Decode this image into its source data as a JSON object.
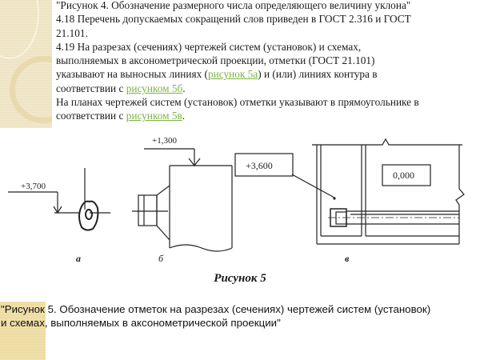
{
  "document": {
    "paragraphs": {
      "p1": "\"Рисунок 4. Обозначение размерного числа определяющего величину уклона\"",
      "p2_line1": "4.18 Перечень допускаемых сокращений слов приведен в ГОСТ 2.316 и ГОСТ",
      "p2_line2": "21.101.",
      "p3_line1": "4.19 На разрезах (сечениях) чертежей систем (установок) и схемах,",
      "p3_line2": "выполняемых в аксонометрической проекции, отметки (ГОСТ 21.101)",
      "p3_line3_pre": "указывают на выносных линиях (",
      "p3_line3_link": "рисунок 5а",
      "p3_line3_post": ") и (или) линиях контура в",
      "p3_line4_pre": "соответствии с ",
      "p3_line4_link": "рисунком 5б",
      "p3_line4_post": ".",
      "p4_line1": "На планах чертежей систем (установок) отметки указывают в прямоугольнике в",
      "p4_line2_pre": "соответствии с ",
      "p4_line2_link": "рисунком 5в",
      "p4_line2_post": "."
    },
    "figure": {
      "title": "Рисунок 5",
      "panels": [
        {
          "label": "а",
          "elevation": "+3,700"
        },
        {
          "label": "б",
          "elevation": "+1,300"
        },
        {
          "label": "в",
          "elevation": "+3,600",
          "elevation2": "0,000"
        }
      ]
    },
    "caption": {
      "line1": "\"Рисунок 5. Обозначение отметок на разрезах (сечениях) чертежей систем (установок)",
      "line2": "и схемах, выполняемых в аксонометрической проекции\""
    },
    "colors": {
      "link": "#7cb342",
      "text": "#1a1a1a",
      "decor": "#ece0bd"
    }
  }
}
